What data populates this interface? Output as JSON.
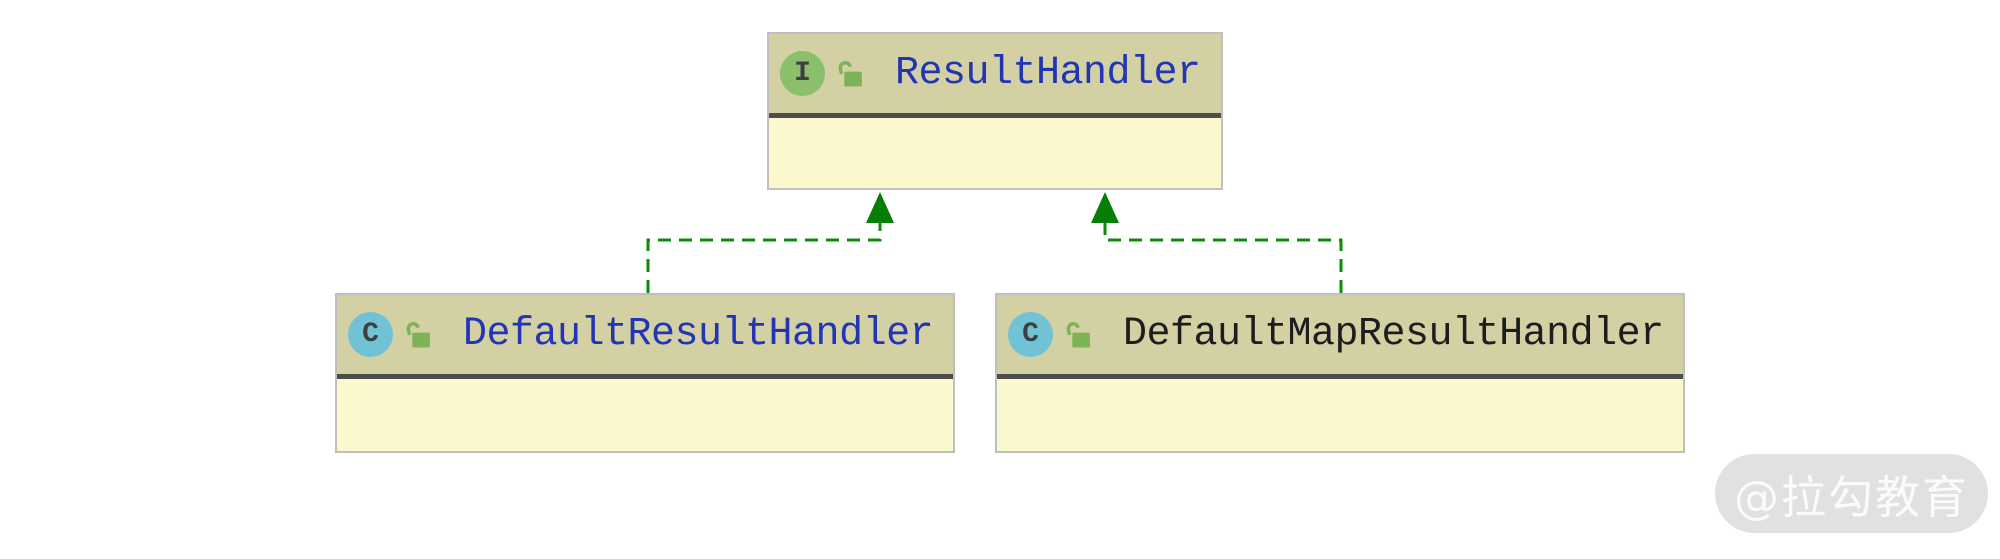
{
  "diagram": {
    "type": "uml-class-diagram",
    "nodes": [
      {
        "id": "result-handler",
        "stereotype": "interface",
        "icon_letter": "I",
        "visibility": "public",
        "title": "ResultHandler",
        "title_color": "#2135b5",
        "members": []
      },
      {
        "id": "default-result-handler",
        "stereotype": "class",
        "icon_letter": "C",
        "visibility": "public",
        "title": "DefaultResultHandler",
        "title_color": "#2135b5",
        "members": []
      },
      {
        "id": "default-map-result-handler",
        "stereotype": "class",
        "icon_letter": "C",
        "visibility": "public",
        "title": "DefaultMapResultHandler",
        "title_color": "#1d1d1d",
        "members": []
      }
    ],
    "edges": [
      {
        "from": "DefaultResultHandler",
        "to": "ResultHandler",
        "relation": "realization",
        "line_style": "dashed",
        "arrow": "solid-triangle",
        "color": "#0b8c0b"
      },
      {
        "from": "DefaultMapResultHandler",
        "to": "ResultHandler",
        "relation": "realization",
        "line_style": "dashed",
        "arrow": "solid-triangle",
        "color": "#0b8c0b"
      }
    ],
    "colors": {
      "canvas_bg": "#ffffff",
      "node_header_bg": "#d3d0a4",
      "node_body_bg": "#fbf8ce",
      "node_border": "#bfbfbf",
      "header_separator": "#4e4e49",
      "interface_icon_bg": "#8cbf6b",
      "class_icon_bg": "#72c2d5",
      "icon_letter": "#3f3f3f",
      "lock_icon": "#7cb356",
      "edge_green": "#0b8c0b",
      "watermark_bg": "#e1e1e1",
      "watermark_text": "#fbfbfb"
    },
    "watermark": {
      "text": "@拉勾教育"
    }
  }
}
